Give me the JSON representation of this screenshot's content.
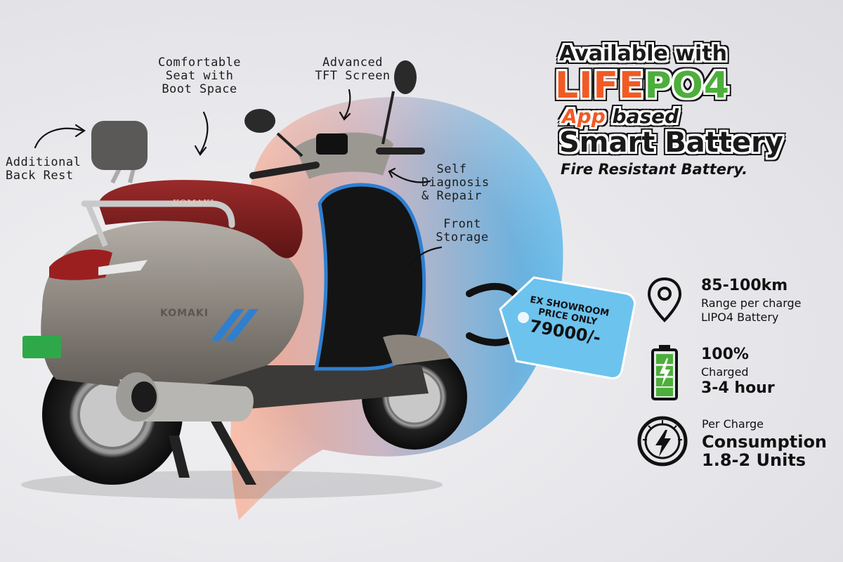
{
  "annotations": {
    "back_rest": [
      "Additional",
      "Back Rest"
    ],
    "seat": [
      "Comfortable",
      "Seat with",
      "Boot Space"
    ],
    "screen": [
      "Advanced",
      "TFT Screen"
    ],
    "diagnosis": [
      "Self",
      "Diagnosis",
      "& Repair"
    ],
    "storage": [
      "Front",
      "Storage"
    ]
  },
  "headline": {
    "line1": "Available with",
    "lifepo4": "LIFEPO4",
    "app_based_app": "App",
    "app_based_rest": "based",
    "smart_battery": "Smart Battery",
    "fire_resistant": "Fire Resistant Battery."
  },
  "price_tag": {
    "line1": "EX SHOWROOM",
    "line2": "PRICE ONLY",
    "price": "79000/-"
  },
  "specs": [
    {
      "icon": "location-pin-icon",
      "big": "85-100km",
      "small1": "Range per charge",
      "small2": "LIPO4 Battery"
    },
    {
      "icon": "battery-charging-icon",
      "big1": "100%",
      "small": "Charged",
      "big2": "3-4 hour"
    },
    {
      "icon": "energy-meter-icon",
      "small": "Per Charge",
      "big1": "Consumption",
      "big2": "1.8-2 Units"
    }
  ],
  "brand": {
    "seat_text": "KOMAKI",
    "body_text": "KOMAKI"
  },
  "colors": {
    "orange": "#f15a24",
    "green": "#4caf3a",
    "tag_blue": "#6cc3ee",
    "blob_salmon": "#f3a48a",
    "blob_blue": "#5fb4e4",
    "scooter_gray": "#8b8680",
    "seat_red": "#7a1e1e"
  }
}
